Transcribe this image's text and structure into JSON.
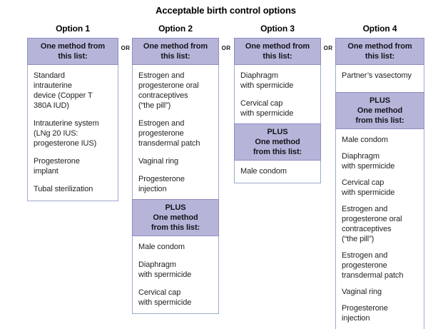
{
  "title": "Acceptable birth control options",
  "or_label": "OR",
  "colors": {
    "header_bg": "#b6b5d9",
    "header_border": "#8d8dc2",
    "box_border": "#9fa9d0",
    "text": "#231f20"
  },
  "columns": [
    {
      "label": "Option 1",
      "sections": [
        {
          "header": "One method from\nthis list:",
          "items": [
            "Standard\nintrauterine\ndevice (Copper T\n380A IUD)",
            "Intrauterine system\n(LNg 20 IUS:\nprogesterone IUS)",
            "Progesterone\nimplant",
            "Tubal sterilization"
          ]
        }
      ]
    },
    {
      "label": "Option 2",
      "sections": [
        {
          "header": "One method from\nthis list:",
          "items": [
            "Estrogen and\nprogesterone oral\ncontraceptives\n(“the pill”)",
            "Estrogen and\nprogesterone\ntransdermal patch",
            "Vaginal ring",
            "Progesterone\ninjection"
          ]
        },
        {
          "header": "PLUS\nOne method\nfrom this list:",
          "items": [
            "Male condom",
            "Diaphragm\nwith spermicide",
            "Cervical cap\nwith spermicide"
          ]
        }
      ]
    },
    {
      "label": "Option 3",
      "sections": [
        {
          "header": "One method from\nthis list:",
          "items": [
            "Diaphragm\nwith spermicide",
            "Cervical cap\nwith spermicide"
          ]
        },
        {
          "header": "PLUS\nOne method\nfrom this list:",
          "items": [
            "Male condom"
          ]
        }
      ]
    },
    {
      "label": "Option 4",
      "sections": [
        {
          "header": "One method from\nthis list:",
          "items": [
            "Partner’s vasectomy"
          ]
        },
        {
          "header": "PLUS\nOne method\nfrom this list:",
          "items": [
            "Male condom",
            "Diaphragm\nwith spermicide",
            "Cervical cap\nwith spermicide",
            "Estrogen and\nprogesterone oral\ncontraceptives\n(“the pill”)",
            "Estrogen and\nprogesterone\ntransdermal patch",
            "Vaginal ring",
            "Progesterone\ninjection"
          ]
        }
      ]
    }
  ]
}
